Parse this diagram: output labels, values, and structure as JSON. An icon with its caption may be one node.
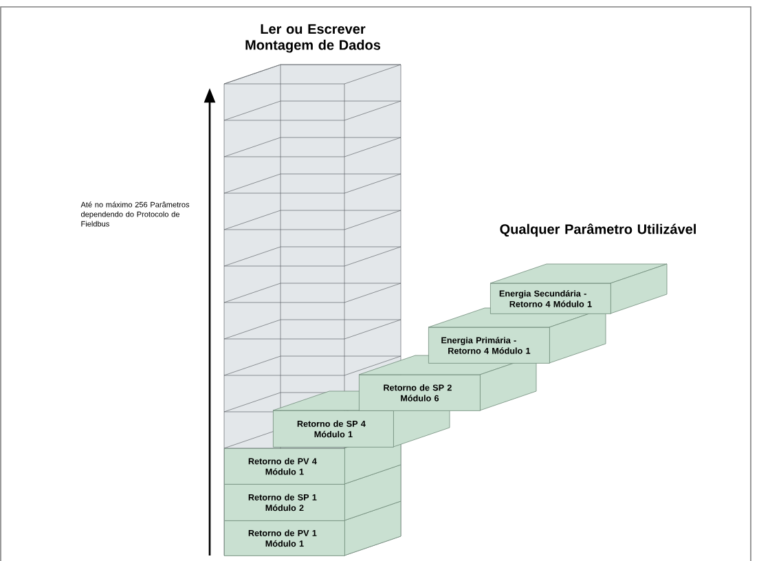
{
  "diagram": {
    "nodes": [
      {
        "text": [
          "Energia Secundária - Retorno 4 Módulo 1"
        ]
      },
      {
        "text": [
          "Energia Primária - Retorno 4 Módulo 1"
        ]
      },
      {
        "text": [
          "Retorno de SP 2 Módulo 6"
        ]
      },
      {
        "text": [
          "Retorno de SP 4 Módulo 1"
        ]
      },
      {
        "text": [
          "Retorno de PV 4 Módulo 1"
        ]
      },
      {
        "text": [
          "Retorno de SP 1 Módulo 2"
        ]
      },
      {
        "text": [
          "Retorno de PV 1 Módulo 1"
        ]
      }
    ],
    "labels": [
      "Ler ou Escrever Montagem de Dados",
      "Qualquer Parâmetro Utilizável",
      "Até no máximo 256 Parâmetros dependendo do Protocolo de Fieldbus"
    ]
  }
}
